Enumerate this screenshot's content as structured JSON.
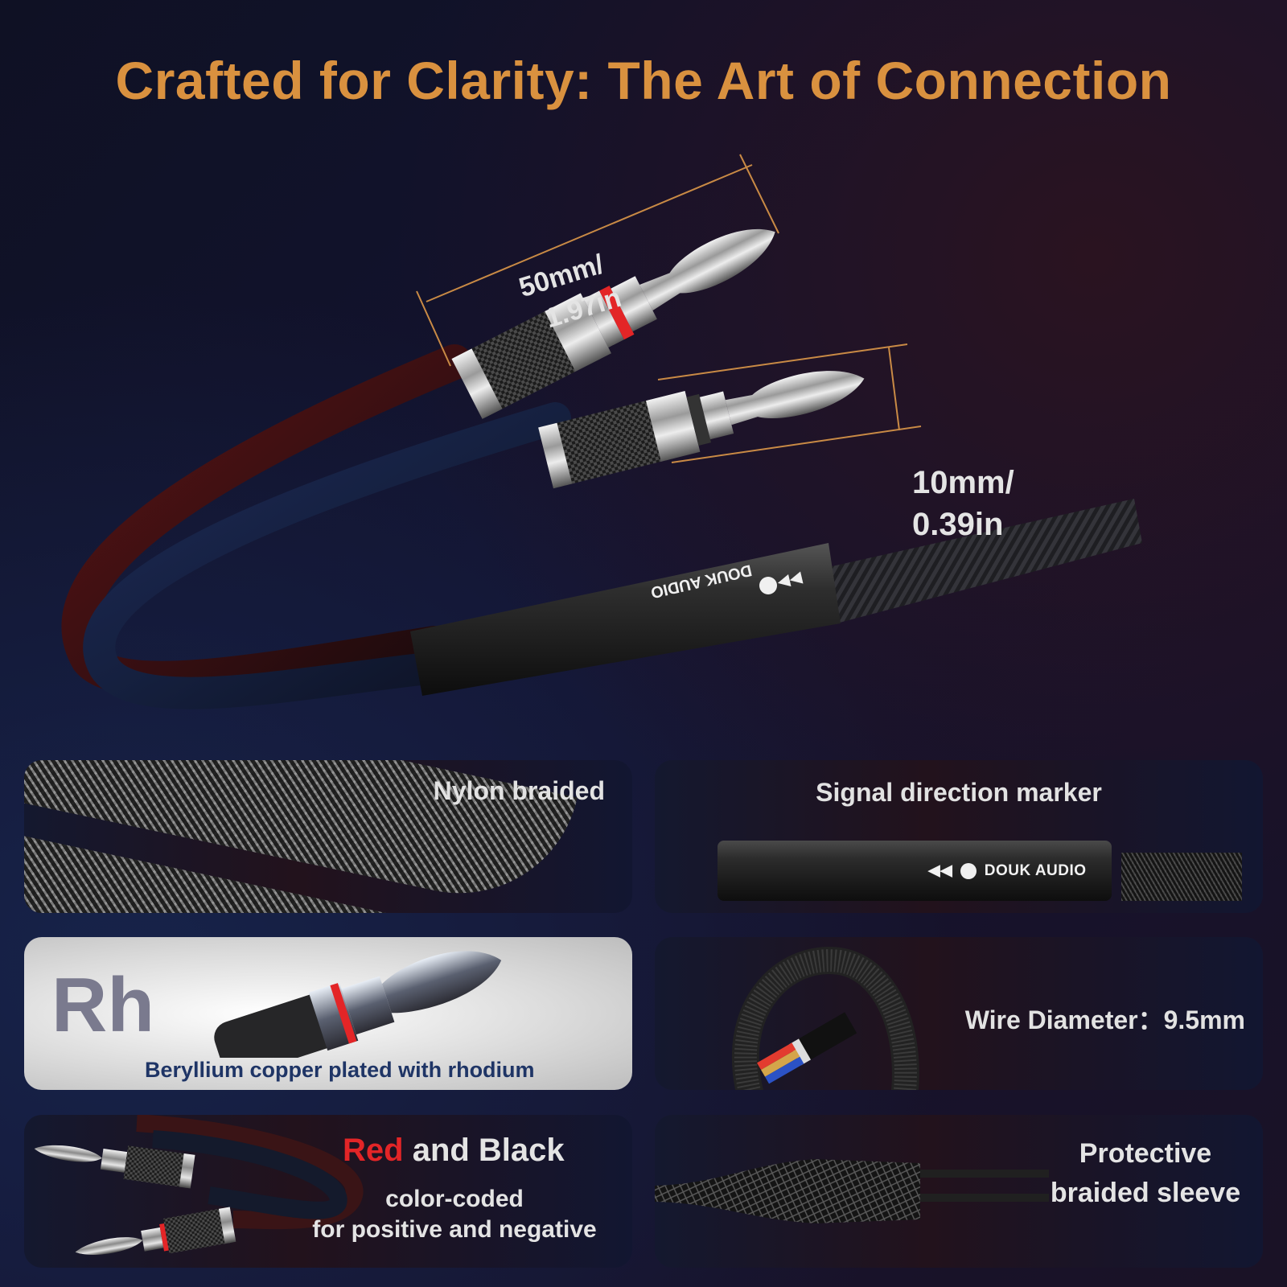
{
  "title": "Crafted for Clarity: The Art of Connection",
  "colors": {
    "title": "#d9913f",
    "dimension_line": "#c98a45",
    "accent_red": "#e32527",
    "text_light": "#e4e4e4",
    "rhodium_caption": "#1f3566",
    "rh_symbol": "#7a7a8e"
  },
  "hero": {
    "dimension_length": {
      "line1": "50mm/",
      "line2": "1.97in"
    },
    "dimension_diameter": {
      "line1": "10mm/",
      "line2": "0.39in"
    },
    "brand_marking": "DOUK AUDIO",
    "direction_arrows": "◀◀"
  },
  "features": [
    {
      "id": "nylon",
      "label": "Nylon braided"
    },
    {
      "id": "signal",
      "label": "Signal direction marker",
      "marking": "DOUK AUDIO",
      "arrows": "◀◀"
    },
    {
      "id": "rhodium",
      "symbol": "Rh",
      "label": "Beryllium copper plated with rhodium"
    },
    {
      "id": "diameter",
      "label": "Wire  Diameter：9.5mm"
    },
    {
      "id": "colorcode",
      "title_red": "Red",
      "title_rest": " and Black",
      "line1": "color-coded",
      "line2": "for positive and negative"
    },
    {
      "id": "sleeve",
      "line1": "Protective",
      "line2": "braided sleeve"
    }
  ]
}
